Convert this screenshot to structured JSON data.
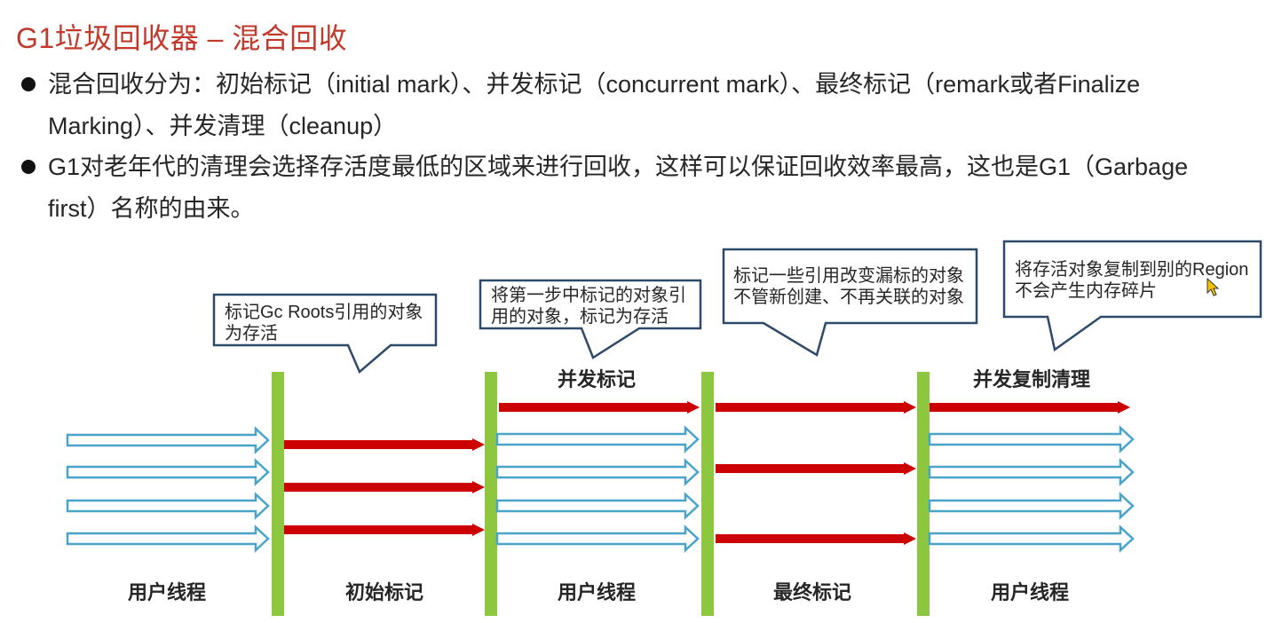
{
  "title": "G1垃圾回收器 – 混合回收",
  "bullets": [
    "混合回收分为：初始标记（initial mark）、并发标记（concurrent mark）、最终标记（remark或者Finalize Marking）、并发清理（cleanup）",
    "G1对老年代的清理会选择存活度最低的区域来进行回收，这样可以保证回收效率最高，这也是G1（Garbage first）名称的由来。"
  ],
  "callouts": [
    {
      "lines": [
        "标记Gc Roots引用的对象",
        "为存活"
      ]
    },
    {
      "lines": [
        "将第一步中标记的对象引",
        "用的对象，标记为存活"
      ]
    },
    {
      "lines": [
        "标记一些引用改变漏标的对象",
        "不管新创建、不再关联的对象"
      ]
    },
    {
      "lines": [
        "将存活对象复制到别的Region",
        "不会产生内存碎片"
      ]
    }
  ],
  "phase_labels": [
    "并发标记",
    "并发复制清理"
  ],
  "stage_labels": [
    "用户线程",
    "初始标记",
    "用户线程",
    "最终标记",
    "用户线程"
  ],
  "colors": {
    "title": "#c0392b",
    "stw_bar": "#8dc63f",
    "gc_arrow": "#cc0000",
    "user_arrow": "#4aa3c8"
  }
}
